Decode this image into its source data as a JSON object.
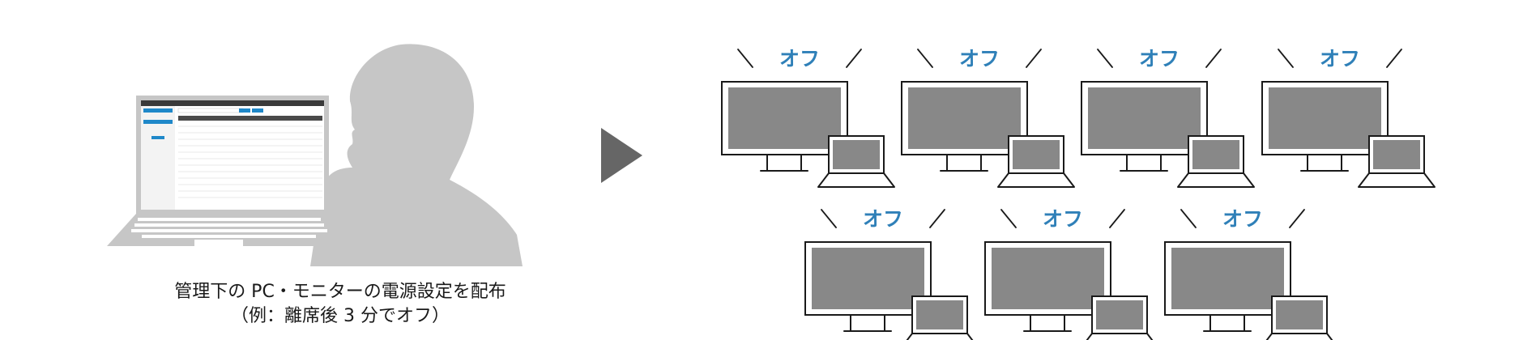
{
  "caption": {
    "line1": "管理下の PC・モニターの電源設定を配布",
    "line2": "（例：離席後 3 分でオフ）"
  },
  "device_label": "オフ",
  "device_count": 7,
  "colors": {
    "accent": "#2f80b8",
    "silhouette": "#c6c6c6",
    "screen": "#888888",
    "arrow": "#666666",
    "outline": "#1a1a1a"
  }
}
